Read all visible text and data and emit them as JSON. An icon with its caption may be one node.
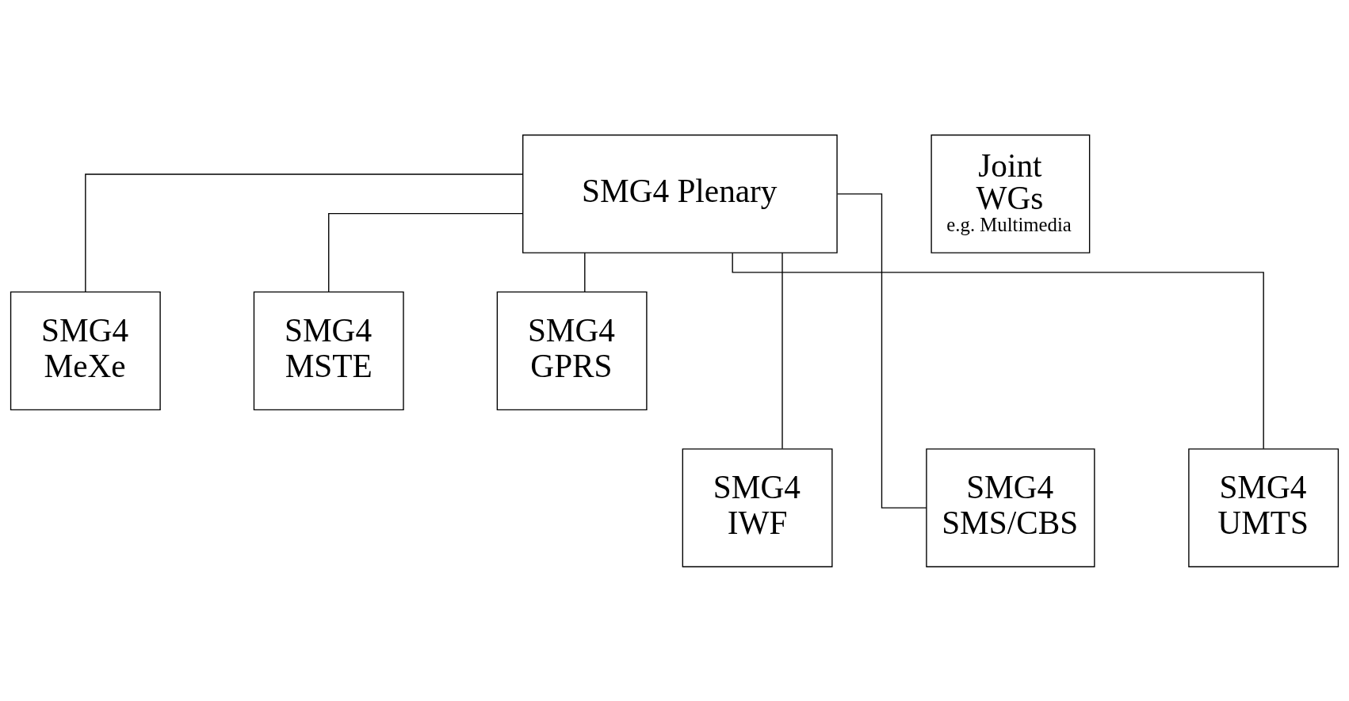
{
  "diagram": {
    "nodes": [
      {
        "text": [
          "SMG4 Plenary"
        ]
      },
      {
        "text": [
          "Joint WGs",
          "e.g. Multimedia"
        ]
      },
      {
        "text": [
          "SMG4 MeXe"
        ]
      },
      {
        "text": [
          "SMG4 MSTE"
        ]
      },
      {
        "text": [
          "SMG4 GPRS"
        ]
      },
      {
        "text": [
          "SMG4 IWF"
        ]
      },
      {
        "text": [
          "SMG4 SMS/CBS"
        ]
      },
      {
        "text": [
          "SMG4 UMTS"
        ]
      }
    ],
    "edges": [
      {
        "from": 0,
        "to": 2,
        "arrow": "none"
      },
      {
        "from": 0,
        "to": 3,
        "arrow": "none"
      },
      {
        "from": 0,
        "to": 4,
        "arrow": "none"
      },
      {
        "from": 0,
        "to": 5,
        "arrow": "none"
      },
      {
        "from": 0,
        "to": 6,
        "arrow": "none"
      },
      {
        "from": 0,
        "to": 7,
        "arrow": "none"
      }
    ]
  }
}
